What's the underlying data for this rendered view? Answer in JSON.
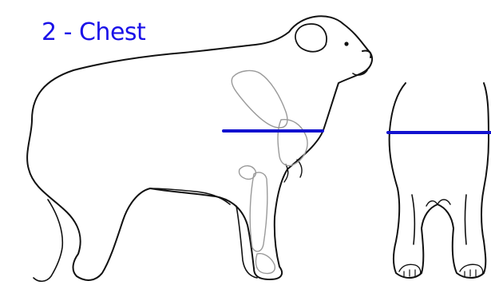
{
  "title": "2 - Chest",
  "colors": {
    "title": "#1a12e8",
    "measure_line": "#1212d0",
    "outline": "#111111",
    "skeleton": "#9a9a9a"
  },
  "figures": [
    {
      "view": "side",
      "marker": "chest-measurement-line"
    },
    {
      "view": "front",
      "marker": "chest-measurement-line"
    }
  ]
}
